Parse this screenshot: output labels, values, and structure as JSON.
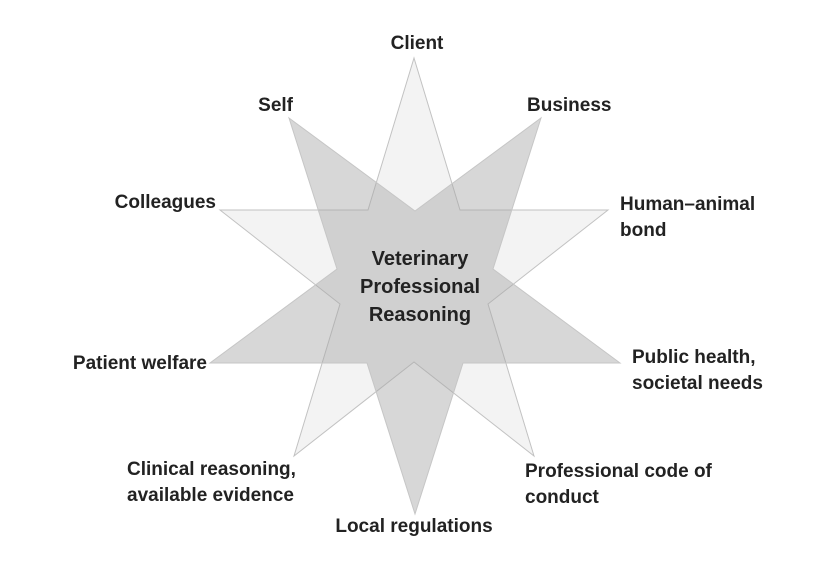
{
  "diagram": {
    "title": "Veterinary Professional Reasoning star diagram",
    "center_label": "Veterinary\nProfessional\nReasoning",
    "labels": [
      {
        "id": "client",
        "text": "Client"
      },
      {
        "id": "self",
        "text": "Self"
      },
      {
        "id": "business",
        "text": "Business"
      },
      {
        "id": "colleagues",
        "text": "Colleagues"
      },
      {
        "id": "human-animal-bond",
        "text": "Human–animal\nbond"
      },
      {
        "id": "patient-welfare",
        "text": "Patient welfare"
      },
      {
        "id": "public-health-societal-needs",
        "text": "Public health,\nsocietal needs"
      },
      {
        "id": "clinical-reasoning-available-evidence",
        "text": "Clinical reasoning,\navailable evidence"
      },
      {
        "id": "local-regulations",
        "text": "Local regulations"
      },
      {
        "id": "professional-code-of-conduct",
        "text": "Professional code of\nconduct"
      }
    ],
    "colors": {
      "background": "#ffffff",
      "light_star_fill": "#f3f3f3",
      "light_star_stroke": "#c2c2c2",
      "dark_star_fill": "rgba(166,166,166,0.45)",
      "dark_star_stroke": "#c6c6c6",
      "text": "#222222"
    }
  }
}
